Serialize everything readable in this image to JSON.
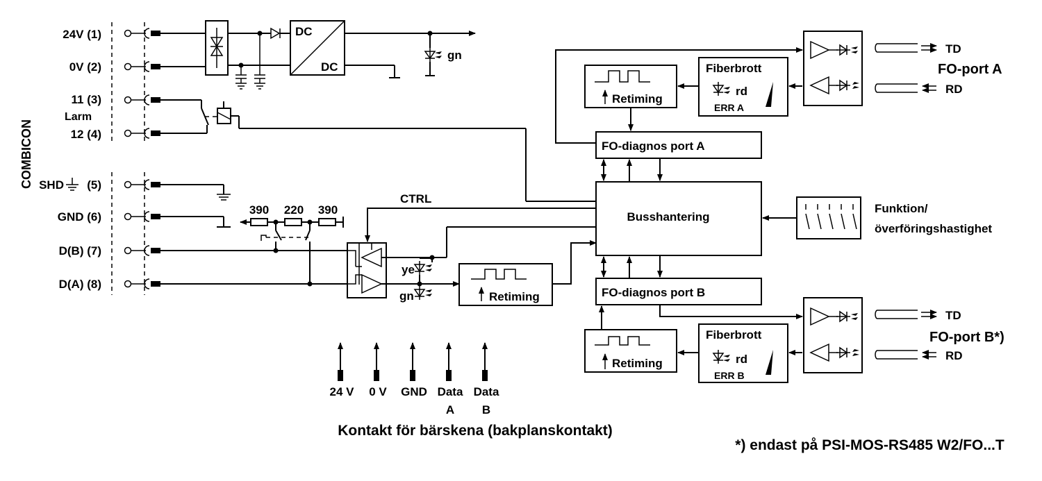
{
  "terminals": {
    "t1": "24V (1)",
    "t2": "0V (2)",
    "t3": "11 (3)",
    "larm": "Larm",
    "t4": "12 (4)",
    "t5": "SHD",
    "t5_num": "(5)",
    "t6": "GND (6)",
    "t7": "D(B) (7)",
    "t8": "D(A) (8)",
    "combicon": "COMBICON"
  },
  "power": {
    "dc_in": "DC",
    "dc_out": "DC",
    "led": "gn"
  },
  "termination": {
    "r1": "390",
    "r2": "220",
    "r3": "390"
  },
  "rs485": {
    "ctrl": "CTRL",
    "led_ye": "ye",
    "led_gn": "gn",
    "retiming": "Retiming"
  },
  "core": {
    "busshantering": "Busshantering",
    "fo_diag_a": "FO-diagnos port A",
    "fo_diag_b": "FO-diagnos port B",
    "funktion_1": "Funktion/",
    "funktion_2": "överföringshastighet"
  },
  "port_a": {
    "retiming": "Retiming",
    "fiberbrott": "Fiberbrott",
    "rd_led": "rd",
    "err": "ERR A",
    "td": "TD",
    "rd": "RD",
    "title": "FO-port A"
  },
  "port_b": {
    "retiming": "Retiming",
    "fiberbrott": "Fiberbrott",
    "rd_led": "rd",
    "err": "ERR B",
    "td": "TD",
    "rd": "RD",
    "title": "FO-port B*)"
  },
  "backplane": {
    "p1": "24 V",
    "p2": "0 V",
    "p3": "GND",
    "p4": "Data",
    "p4b": "A",
    "p5": "Data",
    "p5b": "B",
    "caption": "Kontakt för bärskena (bakplanskontakt)"
  },
  "footnote": "*) endast på PSI-MOS-RS485 W2/FO...T"
}
